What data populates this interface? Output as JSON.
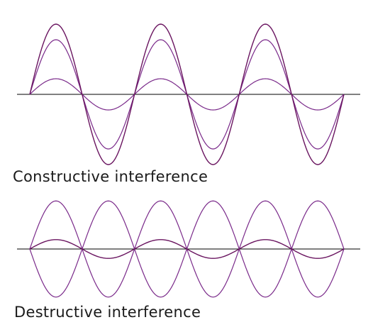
{
  "labels": {
    "constructive": "Constructive interference",
    "destructive": "Destructive  interference"
  },
  "colors": {
    "wave": "#7a2a8a",
    "wave_sum": "#6a1560",
    "axis": "#000000"
  },
  "constructive": {
    "cycles": 3,
    "wave_a_amplitude": 0.7,
    "wave_b_amplitude": 0.2,
    "sum_amplitude": 0.9
  },
  "destructive": {
    "half_cycles": 6,
    "wave_a_amplitude": 0.7,
    "wave_b_amplitude": -0.7,
    "sum_amplitude": 0.1
  }
}
